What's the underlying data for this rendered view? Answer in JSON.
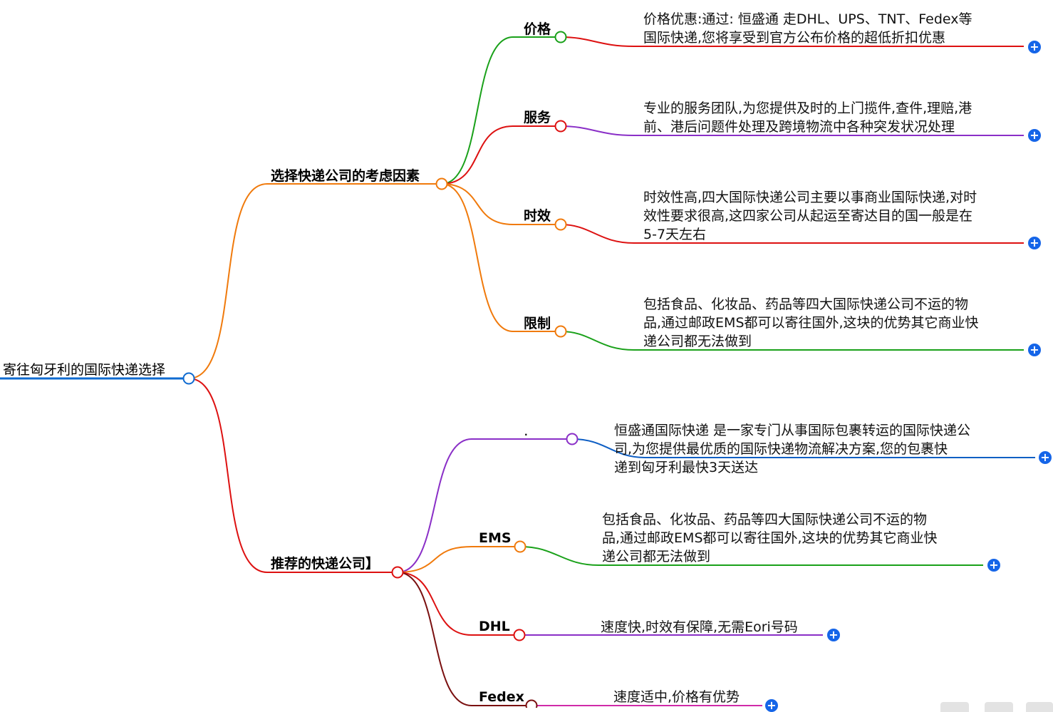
{
  "root": {
    "label": "寄往匈牙利的国际快递选择",
    "color": "#0f6bd1"
  },
  "branches": [
    {
      "label": "选择快递公司的考虑因素",
      "color": "#f07a0c",
      "children": [
        {
          "label": "价格",
          "color": "#1aa11a",
          "leaf_color": "#dd1111",
          "text": "价格优惠:通过:  恒盛通   走DHL、UPS、TNT、Fedex等\n国际快递,您将享受到官方公布价格的超低折扣优惠"
        },
        {
          "label": "服务",
          "color": "#dd1111",
          "leaf_color": "#8a2fc7",
          "text": "专业的服务团队,为您提供及时的上门揽件,查件,理赔,港\n前、港后问题件处理及跨境物流中各种突发状况处理"
        },
        {
          "label": "时效",
          "color": "#f07a0c",
          "leaf_color": "#dd1111",
          "text": "时效性高,四大国际快递公司主要以事商业国际快递,对时\n效性要求很高,这四家公司从起运至寄达目的国一般是在\n5-7天左右"
        },
        {
          "label": "限制",
          "color": "#f07a0c",
          "leaf_color": "#1aa11a",
          "text": "包括食品、化妆品、药品等四大国际快递公司不运的物\n品,通过邮政EMS都可以寄往国外,这块的优势其它商业快\n递公司都无法做到"
        }
      ]
    },
    {
      "label": "推荐的快递公司】",
      "color": "#dd1111",
      "children": [
        {
          "label": ".",
          "color": "#8a2fc7",
          "leaf_color": "#0f5fc4",
          "text": "恒盛通国际快递 是一家专门从事国际包裹转运的国际快递公\n司,为您提供最优质的国际快递物流解决方案,您的包裹快\n递到匈牙利最快3天送达"
        },
        {
          "label": "EMS",
          "color": "#f07a0c",
          "leaf_color": "#1aa11a",
          "text": "包括食品、化妆品、药品等四大国际快递公司不运的物\n品,通过邮政EMS都可以寄往国外,这块的优势其它商业快\n递公司都无法做到"
        },
        {
          "label": "DHL",
          "color": "#dd1111",
          "leaf_color": "#8a2fc7",
          "text": "速度快,时效有保障,无需Eori号码"
        },
        {
          "label": "Fedex",
          "color": "#7a1010",
          "leaf_color": "#d02aa8",
          "text": "速度适中,价格有优势"
        }
      ]
    }
  ],
  "expand_icon": "plus-circle-icon",
  "accent": "#1565e8"
}
